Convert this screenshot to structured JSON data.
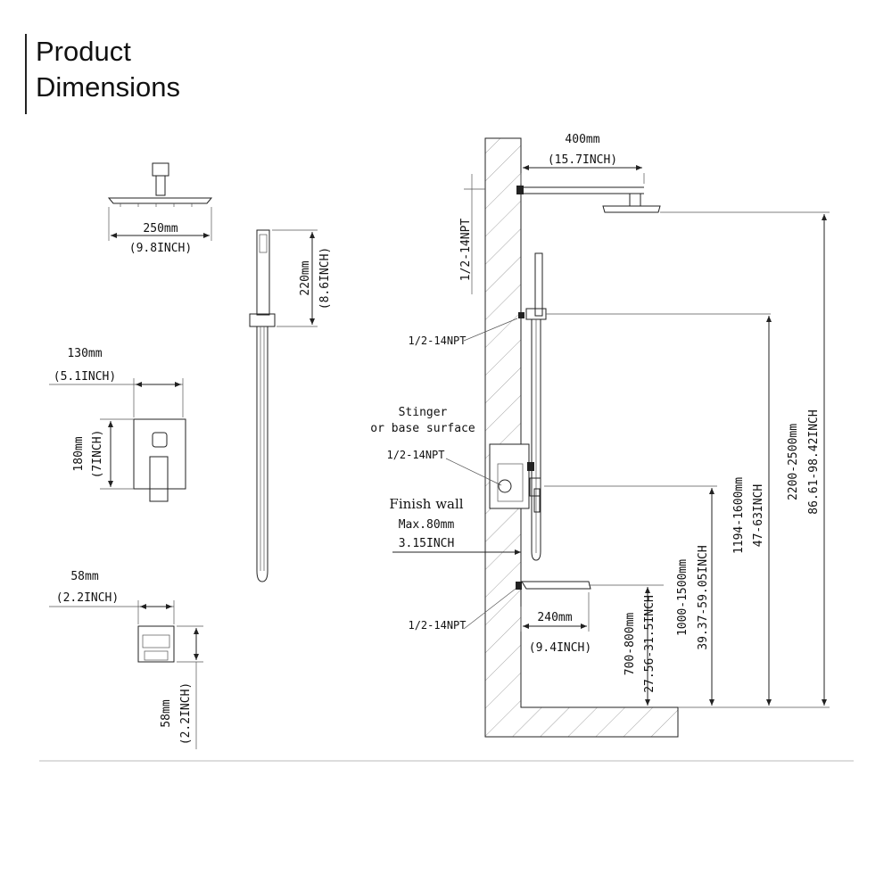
{
  "header": {
    "line1": "Product",
    "line2": "Dimensions"
  },
  "labels": {
    "rain_w": "250mm",
    "rain_w_in": "(9.8INCH)",
    "hand_h": "220mm",
    "hand_h_in": "(8.6INCH)",
    "valve_w": "130mm",
    "valve_w_in": "(5.1INCH)",
    "valve_h": "180mm",
    "valve_h_in": "(7INCH)",
    "spout_w": "58mm",
    "spout_w_in": "(2.2INCH)",
    "spout_h": "58mm",
    "spout_h_in": "(2.2INCH)",
    "arm_len": "400mm",
    "arm_len_in": "(15.7INCH)",
    "npt_top": "1/2-14NPT",
    "npt_mid": "1/2-14NPT",
    "npt_valve": "1/2-14NPT",
    "npt_low": "1/2-14NPT",
    "stinger1": "Stinger",
    "stinger2": "or base surface",
    "finish1": "Finish wall",
    "finish2": "Max.80mm",
    "finish3": "3.15INCH",
    "tub_len": "240mm",
    "tub_len_in": "(9.4INCH)",
    "h_tub": "700-800mm",
    "h_tub_in": "27.56-31.5INCH",
    "h_valve": "1000-1500mm",
    "h_valve_in": "39.37-59.05INCH",
    "h_slide": "1194-1600mm",
    "h_slide_in": "47-63INCH",
    "h_head": "2200-2500mm",
    "h_head_in": "86.61-98.42INCH"
  }
}
